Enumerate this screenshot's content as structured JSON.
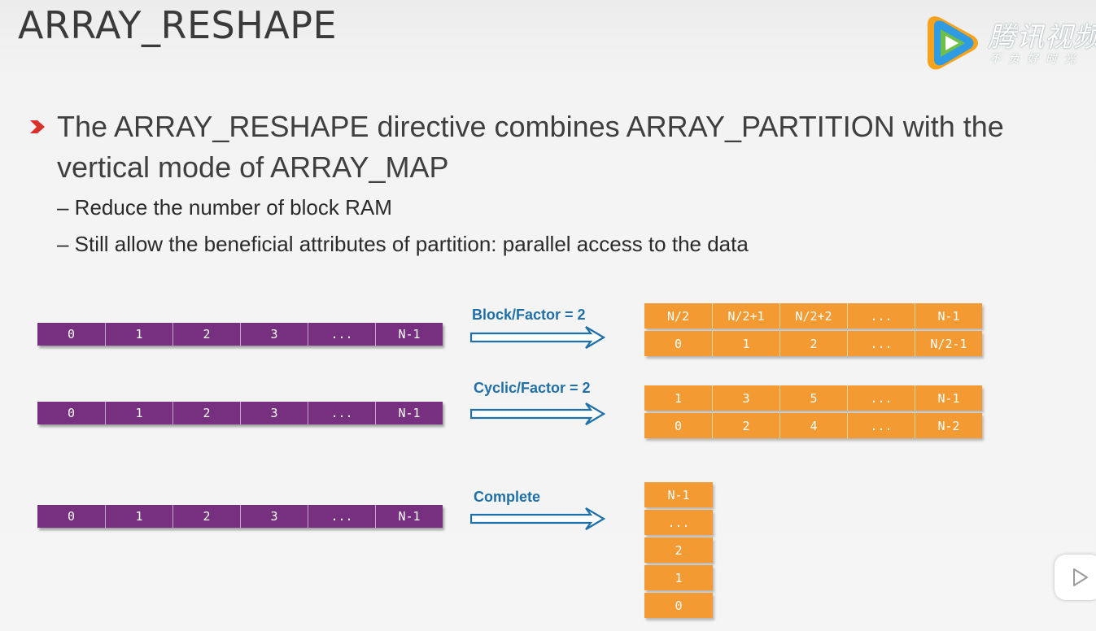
{
  "title": "ARRAY_RESHAPE",
  "main_bullet": "The ARRAY_RESHAPE directive combines ARRAY_PARTITION with the vertical mode of ARRAY_MAP",
  "sub_bullets": [
    "– Reduce the number of block RAM",
    "– Still allow the beneficial attributes of partition: parallel access to the data"
  ],
  "source_array": [
    "0",
    "1",
    "2",
    "3",
    "...",
    "N-1"
  ],
  "block": {
    "label": "Block/Factor = 2",
    "top_row": [
      "N/2",
      "N/2+1",
      "N/2+2",
      "...",
      "N-1"
    ],
    "bottom_row": [
      "0",
      "1",
      "2",
      "...",
      "N/2-1"
    ]
  },
  "cyclic": {
    "label": "Cyclic/Factor = 2",
    "top_row": [
      "1",
      "3",
      "5",
      "...",
      "N-1"
    ],
    "bottom_row": [
      "0",
      "2",
      "4",
      "...",
      "N-2"
    ]
  },
  "complete": {
    "label": "Complete",
    "column": [
      "N-1",
      "...",
      "2",
      "1",
      "0"
    ]
  },
  "watermark": {
    "logo": "腾讯视频",
    "tagline": "不负好时光"
  },
  "colors": {
    "purple": "#76307f",
    "orange": "#f39a33",
    "arrow_blue": "#1f6fa8",
    "bullet_red": "#d9312b"
  },
  "icons": {
    "bullet": "red-chevron-icon",
    "arrow": "hollow-right-arrow-icon",
    "logo": "tencent-video-logo-icon",
    "play": "play-icon"
  }
}
